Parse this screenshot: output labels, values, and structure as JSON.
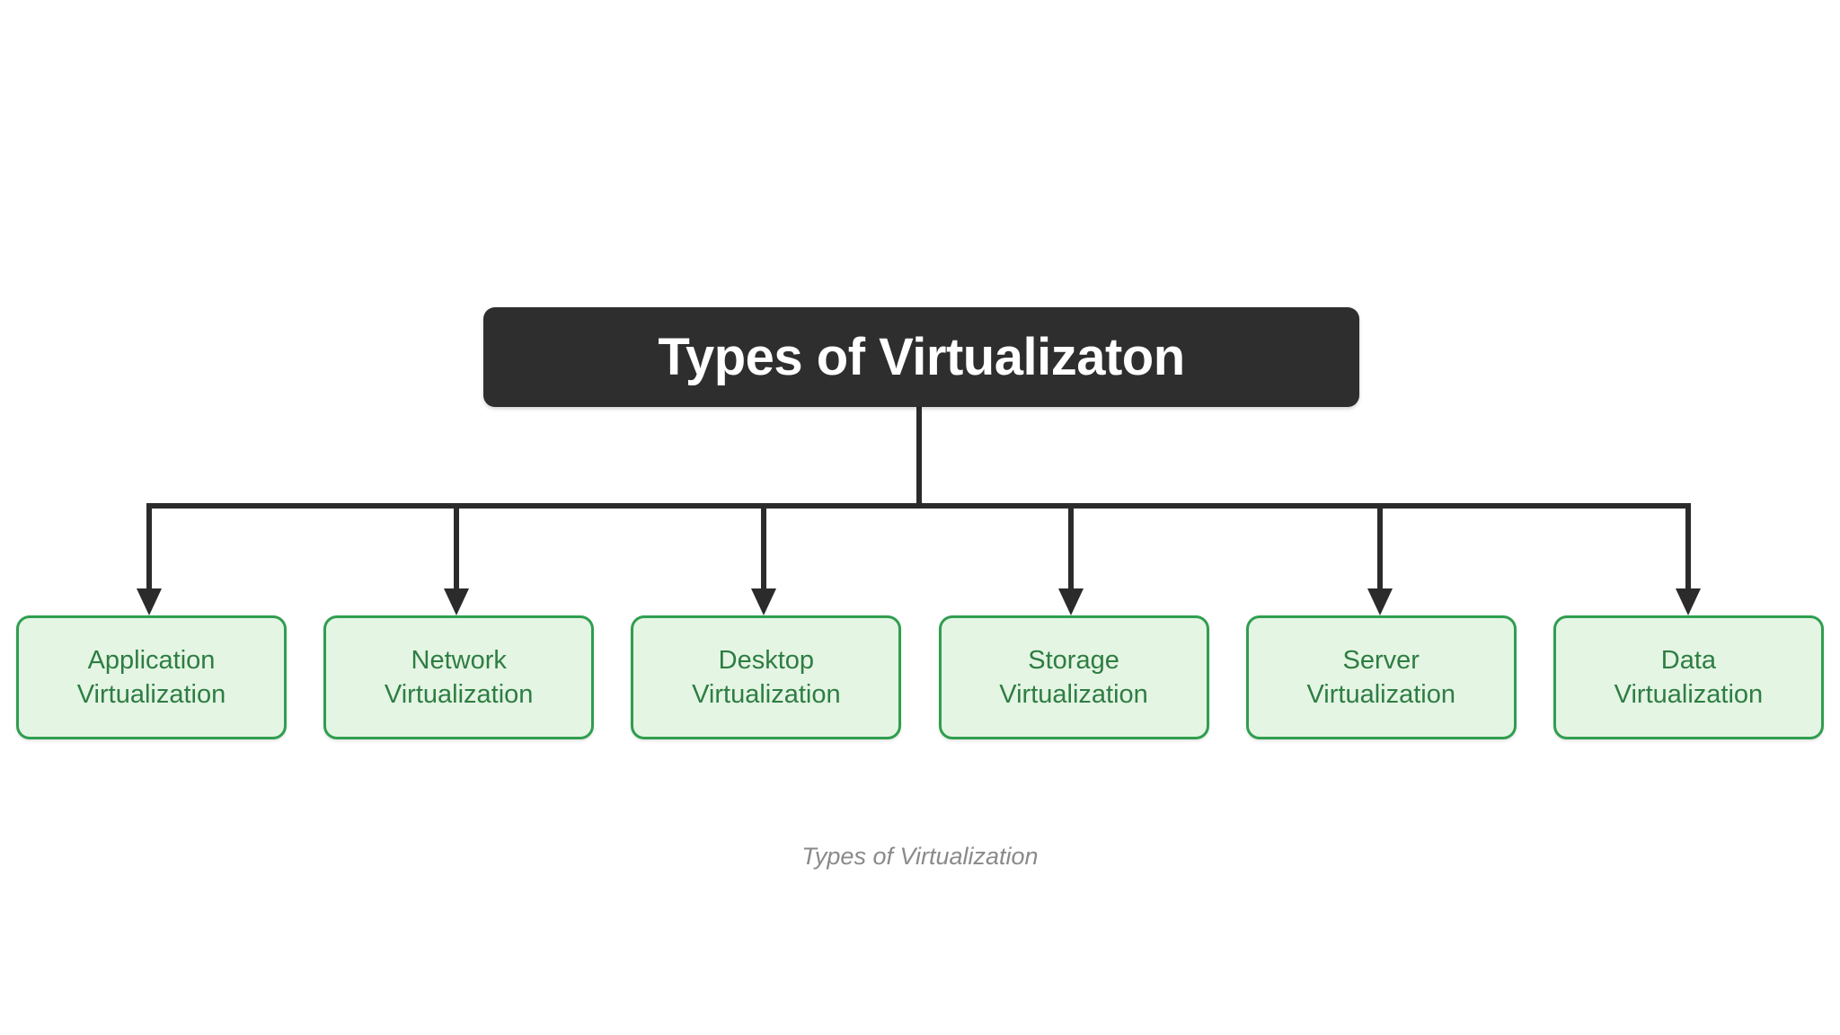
{
  "diagram": {
    "type": "tree",
    "orientation": "top-down",
    "root": {
      "label": "Types of Virtualizaton",
      "fill_color": "#2e2e2e",
      "text_color": "#ffffff"
    },
    "children": [
      {
        "line1": "Application",
        "line2": "Virtualization"
      },
      {
        "line1": "Network",
        "line2": "Virtualization"
      },
      {
        "line1": "Desktop",
        "line2": "Virtualization"
      },
      {
        "line1": "Storage",
        "line2": "Virtualization"
      },
      {
        "line1": "Server",
        "line2": "Virtualization"
      },
      {
        "line1": "Data",
        "line2": "Virtualization"
      }
    ],
    "node_style": {
      "fill_color": "#e4f5e3",
      "border_color": "#2f9e4f",
      "text_color": "#2e7d43"
    },
    "connector_color": "#2b2b2b"
  },
  "caption": {
    "text": "Types of Virtualization",
    "color": "#8a8a8a"
  }
}
